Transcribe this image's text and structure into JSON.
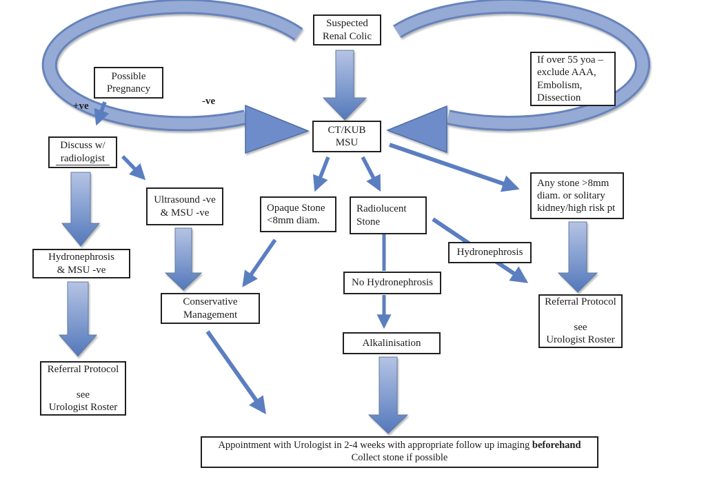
{
  "nodes": {
    "suspected_renal_colic": "Suspected\nRenal Colic",
    "possible_pregnancy": "Possible\nPregnancy",
    "over_55_warning": "If over 55 yoa –\nexclude AAA,\nEmbolism,\nDissection",
    "discuss_line1": "Discuss w/",
    "discuss_line2": "radiologist",
    "ct_kub_msu": "CT/KUB\nMSU",
    "ultrasound_msu_negative": "Ultrasound -ve\n& MSU -ve",
    "opaque_stone": "Opaque Stone\n<8mm diam.",
    "radiolucent_stone": "Radiolucent\nStone",
    "any_stone_8mm": "Any stone >8mm\ndiam. or solitary\nkidney/high risk pt",
    "hydronephrosis_msu_negative": "Hydronephrosis\n& MSU -ve",
    "hydronephrosis": "Hydronephrosis",
    "no_hydronephrosis": "No Hydronephrosis",
    "conservative_management": "Conservative\nManagement",
    "alkalinisation": "Alkalinisation",
    "referral_protocol": "Referral Protocol\n\nsee\nUrologist Roster",
    "appointment_line1_regular": "Appointment with Urologist in 2-4 weeks with appropriate follow up imaging ",
    "appointment_line1_bold": "beforehand",
    "appointment_line2": "Collect stone if possible"
  },
  "edge_labels": {
    "positive": "+ve",
    "negative": "-ve"
  },
  "colors": {
    "box_border": "#1f1f1f",
    "arrow_solid": "#5b7ec1",
    "arc_band_light": "#96aad6",
    "arc_band_dark": "#6683ba",
    "block_gradient_top": "#b5c3e4",
    "block_gradient_bottom": "#5377ba",
    "background": "#ffffff"
  }
}
